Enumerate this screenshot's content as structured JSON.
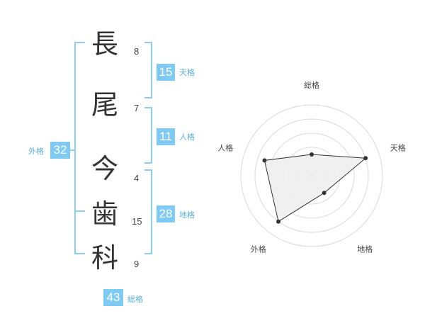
{
  "characters": [
    {
      "char": "長",
      "strokes": "8"
    },
    {
      "char": "尾",
      "strokes": "7"
    },
    {
      "char": "今",
      "strokes": "4"
    },
    {
      "char": "歯",
      "strokes": "15"
    },
    {
      "char": "科",
      "strokes": "9"
    }
  ],
  "kaku": {
    "tenkaku": {
      "value": "15",
      "label": "天格"
    },
    "jinkaku": {
      "value": "11",
      "label": "人格"
    },
    "chikaku": {
      "value": "28",
      "label": "地格"
    },
    "gaikaku": {
      "value": "32",
      "label": "外格"
    },
    "soukaku": {
      "value": "43",
      "label": "総格"
    }
  },
  "colors": {
    "accent": "#7fcaf2",
    "bracket": "#8ccdf2",
    "label": "#5aaee0",
    "radar_fill": "#eeeeee",
    "radar_line": "#333333"
  },
  "chart_data": {
    "type": "radar",
    "axes": [
      "総格",
      "天格",
      "地格",
      "外格",
      "人格"
    ],
    "values": [
      1.5,
      4,
      1.5,
      4,
      3.5
    ],
    "range": [
      0,
      5
    ],
    "grid": true
  }
}
